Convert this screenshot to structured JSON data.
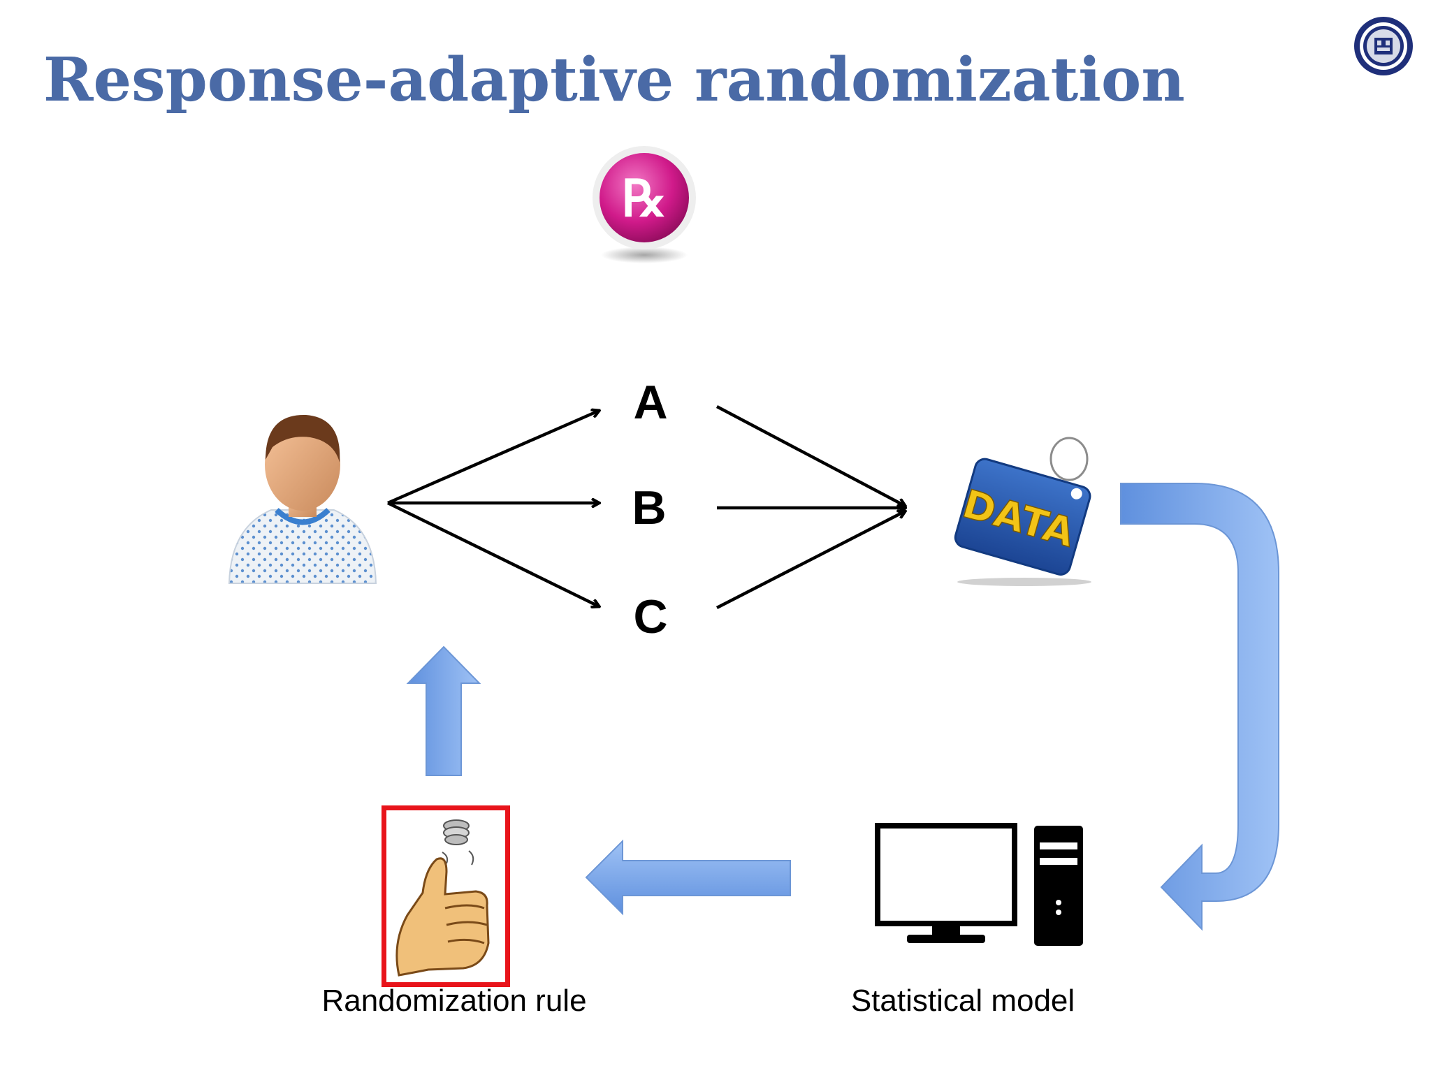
{
  "slide": {
    "title": "Response-adaptive randomization"
  },
  "diagram": {
    "treatments": [
      "A",
      "B",
      "C"
    ],
    "data_tag_text": "DATA",
    "rx_symbol": "℞",
    "randomization_caption": "Randomization rule",
    "model_caption": "Statistical model"
  },
  "colors": {
    "title": "#4a6aa6",
    "flow_arrow": "#6f9fe6",
    "highlight_box": "#e8141b",
    "data_tag": "#2456a8",
    "data_text": "#f2c417",
    "rx_ball": "#d01a8a"
  },
  "icons": {
    "logo": "university-seal-icon",
    "rx": "rx-pill-icon",
    "patient": "patient-icon",
    "data": "data-tag-icon",
    "computer": "computer-icon",
    "thumb": "coin-flip-thumb-icon"
  }
}
